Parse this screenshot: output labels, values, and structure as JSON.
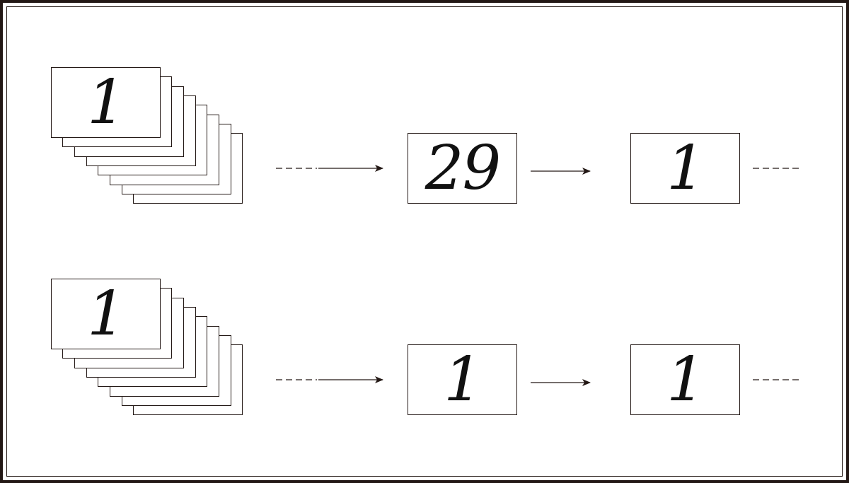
{
  "rows": [
    {
      "stack_front": "1",
      "next_card": "29",
      "following_card": "1"
    },
    {
      "stack_front": "1",
      "next_card": "1",
      "following_card": "1"
    }
  ],
  "colors": {
    "line": "#231815",
    "text": "#111111"
  }
}
